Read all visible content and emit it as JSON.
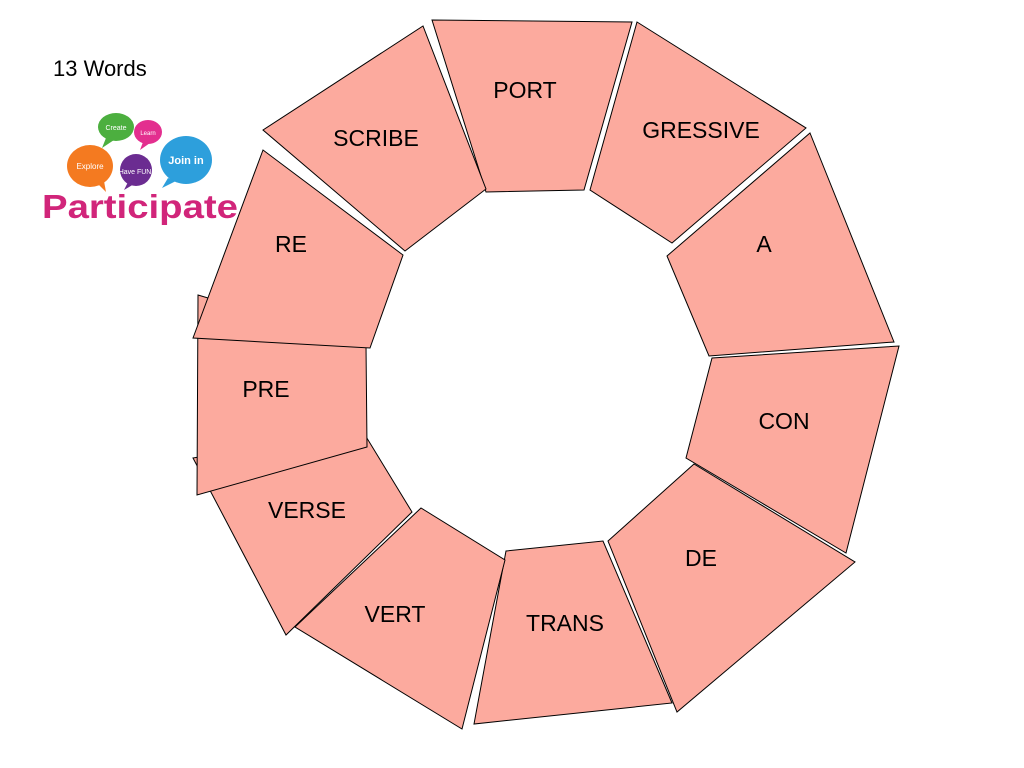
{
  "slide": {
    "heading": "13 Words"
  },
  "logo": {
    "bubbles": {
      "create": "Create",
      "learn": "Learn",
      "explore": "Explore",
      "have_fun": "Have FUN!",
      "join_in": "Join in"
    },
    "wordmark": "Participate"
  },
  "wheel": {
    "tile_color": "#fcaa9e",
    "tiles": [
      {
        "label": "PORT"
      },
      {
        "label": "GRESSIVE"
      },
      {
        "label": "A"
      },
      {
        "label": "CON"
      },
      {
        "label": "DE"
      },
      {
        "label": "TRANS"
      },
      {
        "label": "VERT"
      },
      {
        "label": "VERSE"
      },
      {
        "label": "PRE"
      },
      {
        "label": "RE"
      },
      {
        "label": "SCRIBE"
      }
    ]
  }
}
